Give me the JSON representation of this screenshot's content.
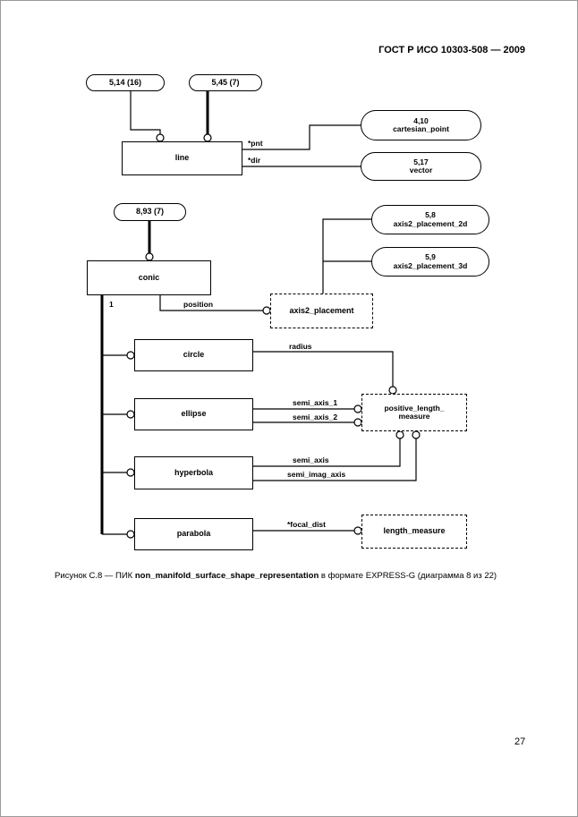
{
  "header": {
    "title": "ГОСТ Р ИСО 10303-508 — 2009"
  },
  "footer": {
    "page_number": "27"
  },
  "caption": {
    "prefix": "Рисунок С.8 — ПИК ",
    "entity": "non_manifold_surface_shape_representation",
    "suffix": " в формате EXPRESS-G (диаграмма 8 из 22)"
  },
  "diagram": {
    "page_refs": {
      "ref_5_14": "5,14 (16)",
      "ref_5_45": "5,45 (7)",
      "ref_8_93": "8,93 (7)"
    },
    "entities": {
      "line": "line",
      "conic": "conic",
      "circle": "circle",
      "ellipse": "ellipse",
      "hyperbola": "hyperbola",
      "parabola": "parabola"
    },
    "external_refs": {
      "cartesian_point": {
        "page": "4,10",
        "name": "cartesian_point"
      },
      "vector": {
        "page": "5,17",
        "name": "vector"
      },
      "axis2_placement_2d": {
        "page": "5,8",
        "name": "axis2_placement_2d"
      },
      "axis2_placement_3d": {
        "page": "5,9",
        "name": "axis2_placement_3d"
      }
    },
    "dashed_nodes": {
      "axis2_placement": "axis2_placement",
      "positive_length_measure_line1": "positive_length_",
      "positive_length_measure_line2": "measure",
      "length_measure": "length_measure"
    },
    "labels": {
      "pnt": "*pnt",
      "dir": "*dir",
      "position": "position",
      "supertype_one": "1",
      "radius": "radius",
      "semi_axis_1": "semi_axis_1",
      "semi_axis_2": "semi_axis_2",
      "semi_axis": "semi_axis",
      "semi_imag_axis": "semi_imag_axis",
      "focal_dist": "*focal_dist"
    }
  }
}
